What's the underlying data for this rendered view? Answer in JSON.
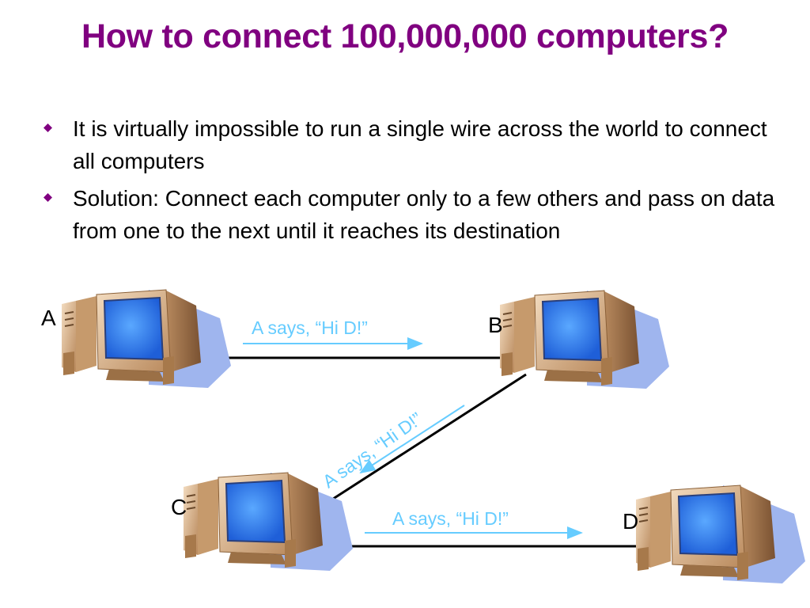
{
  "slide": {
    "title": "How to connect 100,000,000 computers?",
    "bullets": [
      "It is virtually impossible to run a single wire across the world to connect all computers",
      "Solution: Connect each computer only to a few others and pass on data from one to the next until it reaches its destination"
    ]
  },
  "diagram": {
    "nodes": [
      {
        "id": "A",
        "label": "A"
      },
      {
        "id": "B",
        "label": "B"
      },
      {
        "id": "C",
        "label": "C"
      },
      {
        "id": "D",
        "label": "D"
      }
    ],
    "links": [
      [
        "A",
        "B"
      ],
      [
        "B",
        "C"
      ],
      [
        "C",
        "D"
      ]
    ],
    "messages": [
      {
        "text": "A says, “Hi D!”",
        "from": "A",
        "to": "B"
      },
      {
        "text": "A says, “Hi D!”",
        "from": "B",
        "to": "C"
      },
      {
        "text": "A says, “Hi D!”",
        "from": "C",
        "to": "D"
      }
    ]
  },
  "colors": {
    "title": "#800080",
    "bullet": "#800080",
    "message": "#66ccff",
    "link": "#000000"
  },
  "icons": {
    "bullet": "diamond-bullet-icon",
    "node": "desktop-computer-icon"
  }
}
